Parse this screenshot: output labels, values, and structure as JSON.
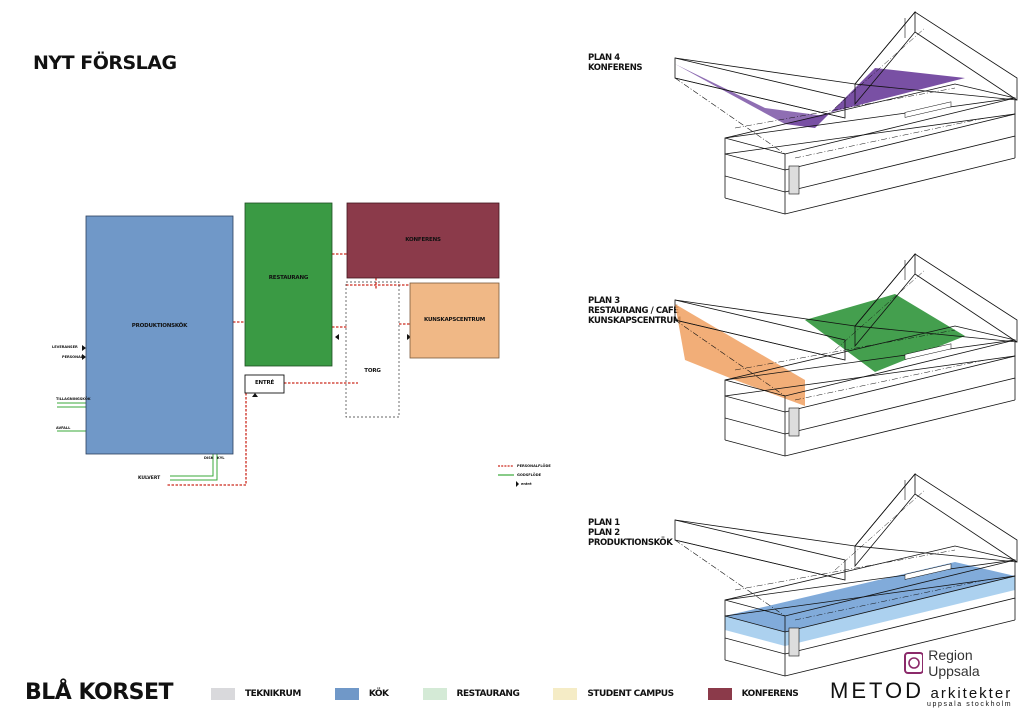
{
  "page": {
    "title": "NYT FÖRSLAG",
    "subtitle": "BLÅ KORSET"
  },
  "diagram": {
    "rooms": {
      "produktionskok": "PRODUKTIONSKÖK",
      "restaurang": "RESTAURANG",
      "konferens": "KONFERENS",
      "kunskapscentrum": "KUNSKAPSCENTRUM",
      "torg": "TORG",
      "entre": "ENTRÉ"
    },
    "side_labels": [
      "LEVERANSER",
      "PERSONAL",
      "TILLAGNINGSKÖK",
      "AVFALL"
    ],
    "kulvert": "KULVERT",
    "bottom_small": [
      "DISK",
      "KYL"
    ],
    "flow_legend": [
      "PERSONALFLÖDE",
      "GODSFLÖDE",
      "entré"
    ],
    "colors": {
      "kok": "#7098c8",
      "restaurang": "#3a9a44",
      "konferens": "#8b3a4a",
      "kunskap": "#f0b886",
      "red_flow": "#cc2a1e",
      "green_flow": "#3aa83a"
    }
  },
  "plans": [
    {
      "line1": "PLAN 4",
      "line2": "KONFERENS",
      "line3": ""
    },
    {
      "line1": "PLAN 3",
      "line2": "RESTAURANG / CAFÉ",
      "line3": "KUNSKAPSCENTRUM"
    },
    {
      "line1": "PLAN 1",
      "line2": "PLAN 2",
      "line3": "PRODUKTIONSKÖK"
    }
  ],
  "legend": [
    {
      "label": "TEKNIKRUM",
      "color": "#d9d9dc"
    },
    {
      "label": "KÖK",
      "color": "#7098c8"
    },
    {
      "label": "RESTAURANG",
      "color": "#d4ead6"
    },
    {
      "label": "STUDENT CAMPUS",
      "color": "#f5ecc6"
    },
    {
      "label": "KONFERENS",
      "color": "#8b3a4a"
    }
  ],
  "logos": {
    "region": "Region Uppsala",
    "metod_main": "METOD",
    "metod_sub": "arkitekter",
    "metod_city": "uppsala stockholm"
  }
}
